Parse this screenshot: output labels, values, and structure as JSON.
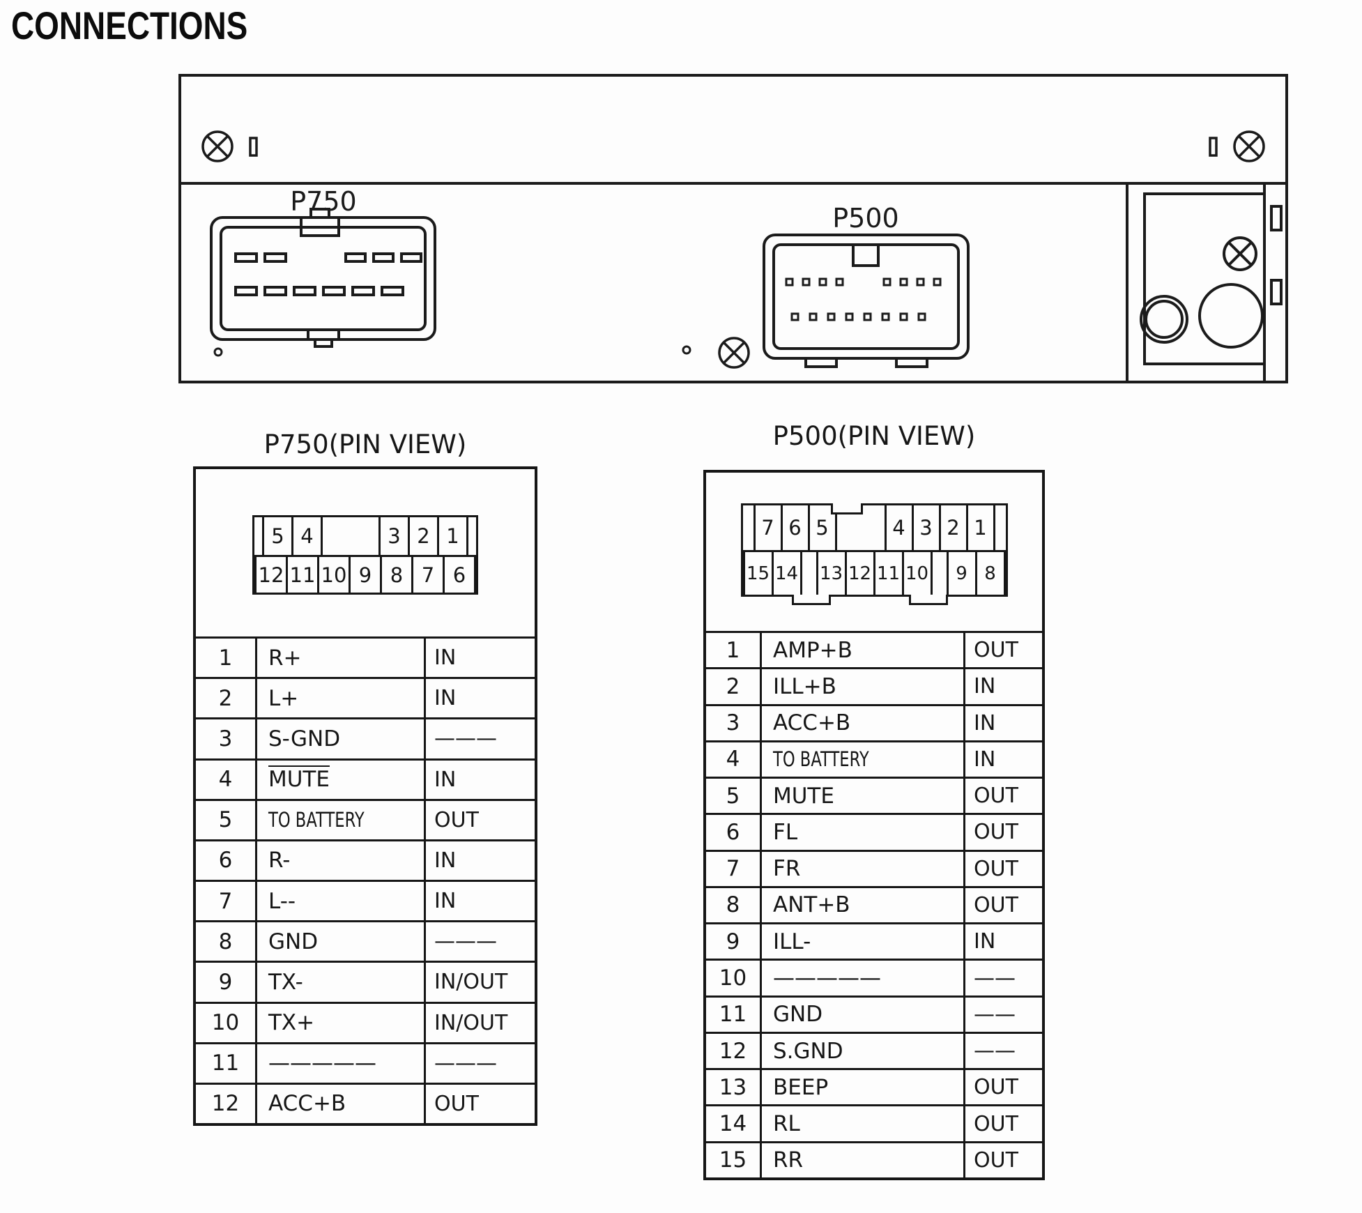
{
  "page": {
    "title": "CONNECTIONS"
  },
  "unit": {
    "p750_label": "P750",
    "p500_label": "P500"
  },
  "p750": {
    "title": "P750(PIN VIEW)",
    "pin_rows": {
      "top": [
        "5",
        "4",
        "",
        "3",
        "2",
        "1"
      ],
      "bottom": [
        "12",
        "11",
        "10",
        "9",
        "8",
        "7",
        "6"
      ]
    },
    "rows": [
      {
        "pin": "1",
        "name": "R+",
        "dir": "IN"
      },
      {
        "pin": "2",
        "name": "L+",
        "dir": "IN"
      },
      {
        "pin": "3",
        "name": "S-GND",
        "dir": "———"
      },
      {
        "pin": "4",
        "name": "MUTE",
        "dir": "IN",
        "overline": true
      },
      {
        "pin": "5",
        "name": "TO BATTERY",
        "dir": "OUT",
        "condensed": true
      },
      {
        "pin": "6",
        "name": "R-",
        "dir": "IN"
      },
      {
        "pin": "7",
        "name": "L--",
        "dir": "IN"
      },
      {
        "pin": "8",
        "name": "GND",
        "dir": "———"
      },
      {
        "pin": "9",
        "name": "TX-",
        "dir": "IN/OUT"
      },
      {
        "pin": "10",
        "name": "TX+",
        "dir": "IN/OUT"
      },
      {
        "pin": "11",
        "name": "—————",
        "dir": "———"
      },
      {
        "pin": "12",
        "name": "ACC+B",
        "dir": "OUT"
      }
    ]
  },
  "p500": {
    "title": "P500(PIN VIEW)",
    "pin_rows": {
      "top": [
        "7",
        "6",
        "5",
        "",
        "4",
        "3",
        "2",
        "1"
      ],
      "bottom": [
        "15",
        "14",
        "",
        "13",
        "12",
        "11",
        "10",
        "",
        "9",
        "8"
      ]
    },
    "rows": [
      {
        "pin": "1",
        "name": "AMP+B",
        "dir": "OUT"
      },
      {
        "pin": "2",
        "name": "ILL+B",
        "dir": "IN"
      },
      {
        "pin": "3",
        "name": "ACC+B",
        "dir": "IN"
      },
      {
        "pin": "4",
        "name": "TO BATTERY",
        "dir": "IN",
        "condensed": true
      },
      {
        "pin": "5",
        "name": "MUTE",
        "dir": "OUT"
      },
      {
        "pin": "6",
        "name": "FL",
        "dir": "OUT"
      },
      {
        "pin": "7",
        "name": "FR",
        "dir": "OUT"
      },
      {
        "pin": "8",
        "name": "ANT+B",
        "dir": "OUT"
      },
      {
        "pin": "9",
        "name": "ILL-",
        "dir": "IN"
      },
      {
        "pin": "10",
        "name": "—————",
        "dir": "——"
      },
      {
        "pin": "11",
        "name": "GND",
        "dir": "——"
      },
      {
        "pin": "12",
        "name": "S.GND",
        "dir": "——"
      },
      {
        "pin": "13",
        "name": "BEEP",
        "dir": "OUT"
      },
      {
        "pin": "14",
        "name": "RL",
        "dir": "OUT"
      },
      {
        "pin": "15",
        "name": "RR",
        "dir": "OUT"
      }
    ]
  }
}
